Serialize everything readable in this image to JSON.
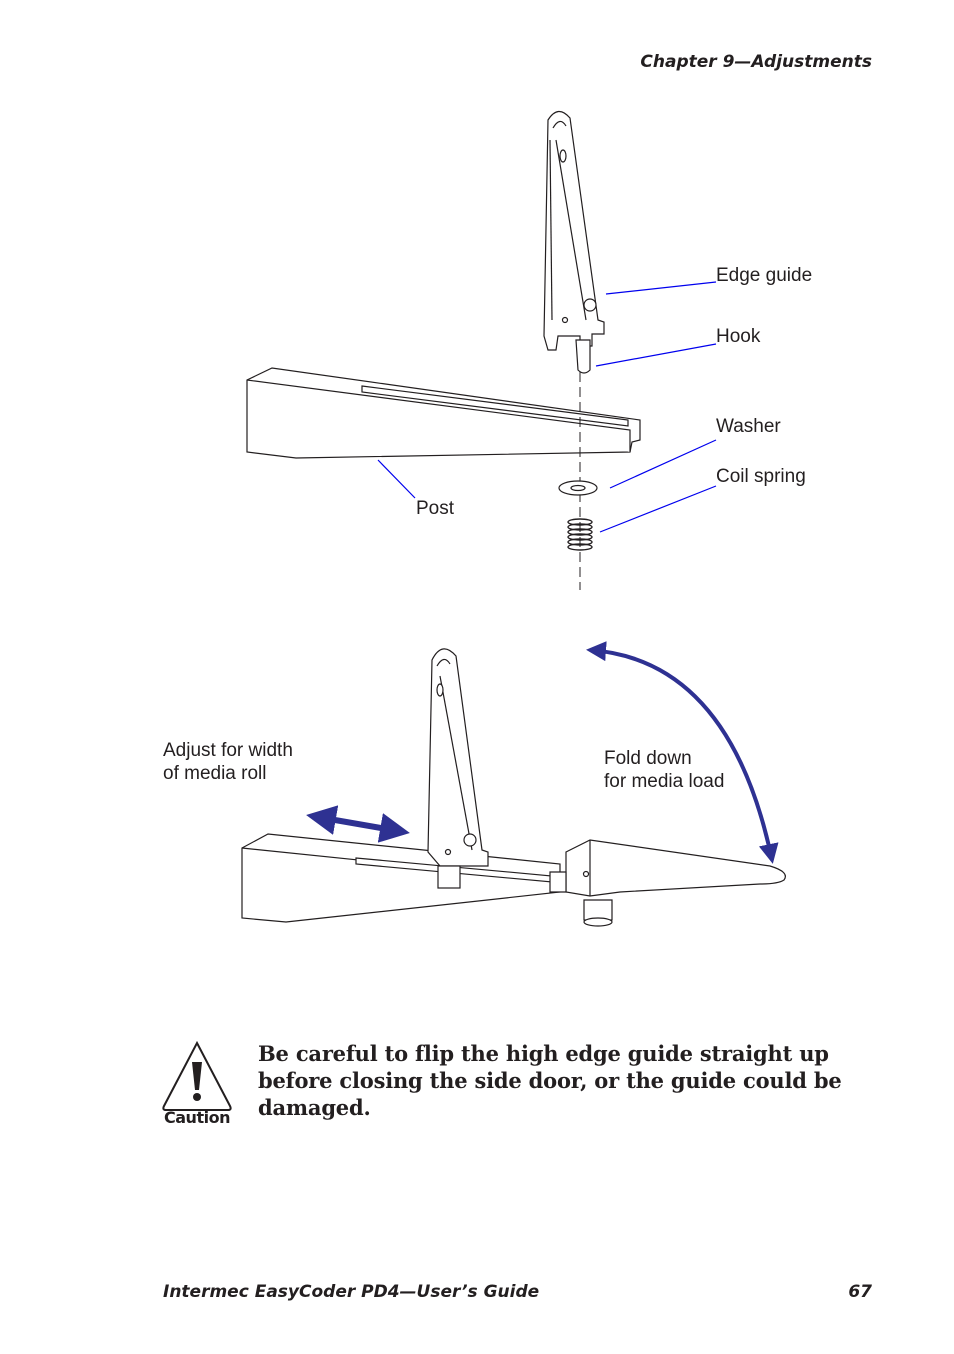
{
  "header": {
    "chapter": "Chapter 9—Adjustments"
  },
  "figure_top": {
    "labels": {
      "edge_guide": "Edge guide",
      "hook": "Hook",
      "washer": "Washer",
      "coil_spring": "Coil spring",
      "post": "Post"
    }
  },
  "figure_bottom": {
    "labels": {
      "adjust": "Adjust for width\nof media roll",
      "fold": "Fold down\nfor media load"
    }
  },
  "caution": {
    "icon": "caution-exclamation-icon",
    "label": "Caution",
    "text": "Be careful to flip the high edge guide straight up before closing the side door, or the guide could be damaged."
  },
  "footer": {
    "guide_title": "Intermec EasyCoder PD4—User’s Guide",
    "page_number": "67"
  },
  "colors": {
    "callout_line": "#0000ee",
    "arrow": "#2e3192",
    "drawing": "#231f20"
  }
}
